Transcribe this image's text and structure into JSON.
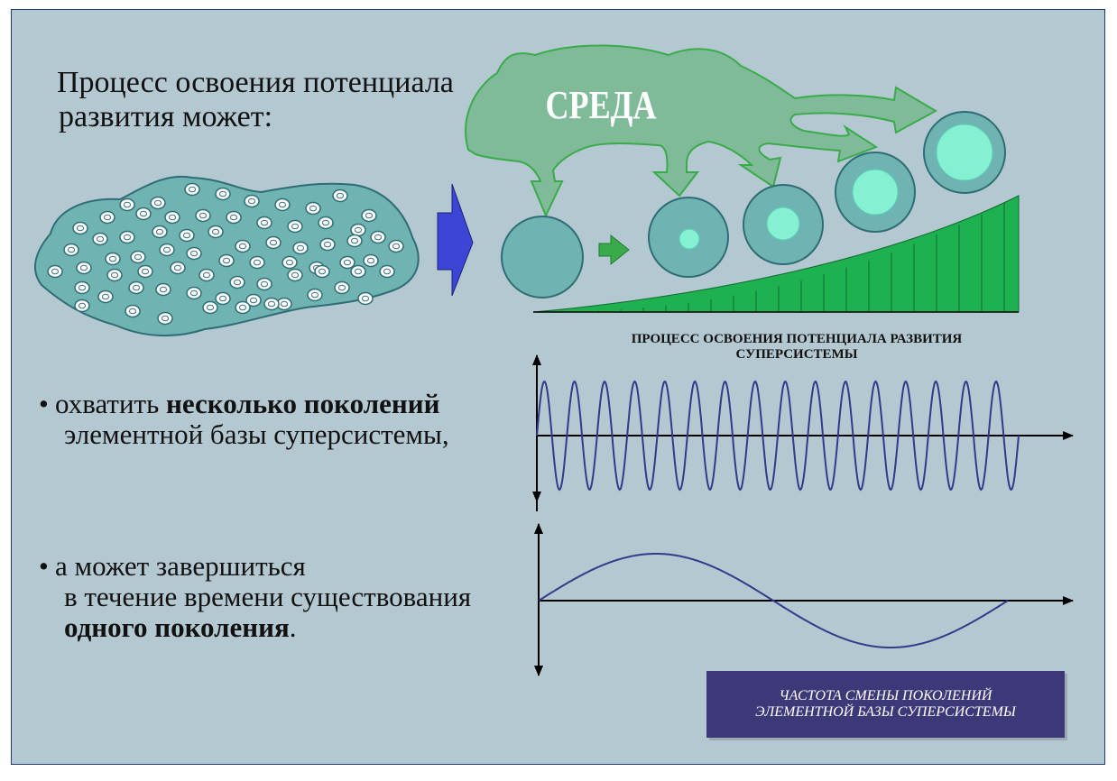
{
  "slide": {
    "title_line1": "Процесс освоения потенциала",
    "title_line2": "развития может:",
    "environment_label": "СРЕДА",
    "supersystem_line1": "ПРОЦЕСС ОСВОЕНИЯ ПОТЕНЦИАЛА РАЗВИТИЯ",
    "supersystem_line2": "СУПЕРСИСТЕМЫ",
    "bullet1": {
      "pre": "охватить ",
      "bold": "несколько поколений",
      "line2": "элементной базы суперсистемы,"
    },
    "bullet2": {
      "line1": "а может завершиться",
      "line2": "в течение времени существования",
      "bold": "одного поколения",
      "post": "."
    },
    "frequency_line1": "ЧАСТОТА СМЕНЫ ПОКОЛЕНИЙ",
    "frequency_line2": "ЭЛЕМЕНТНОЙ БАЗЫ СУПЕРСИСТЕМЫ"
  },
  "colors": {
    "background": "#b4c8d2",
    "cell": "#6fb3b3",
    "cell_outline": "#2f6d75",
    "cell_core": "#86f0d2",
    "environment": "#80bb99",
    "arrow_blue": "#3b46d6",
    "arrow_green": "#3aab4a",
    "ramp": "#1db150",
    "wave": "#343a8a",
    "frequency_box": "#3d3878"
  },
  "waves": {
    "high_frequency_cycles": 16,
    "low_frequency_cycles": 1
  }
}
